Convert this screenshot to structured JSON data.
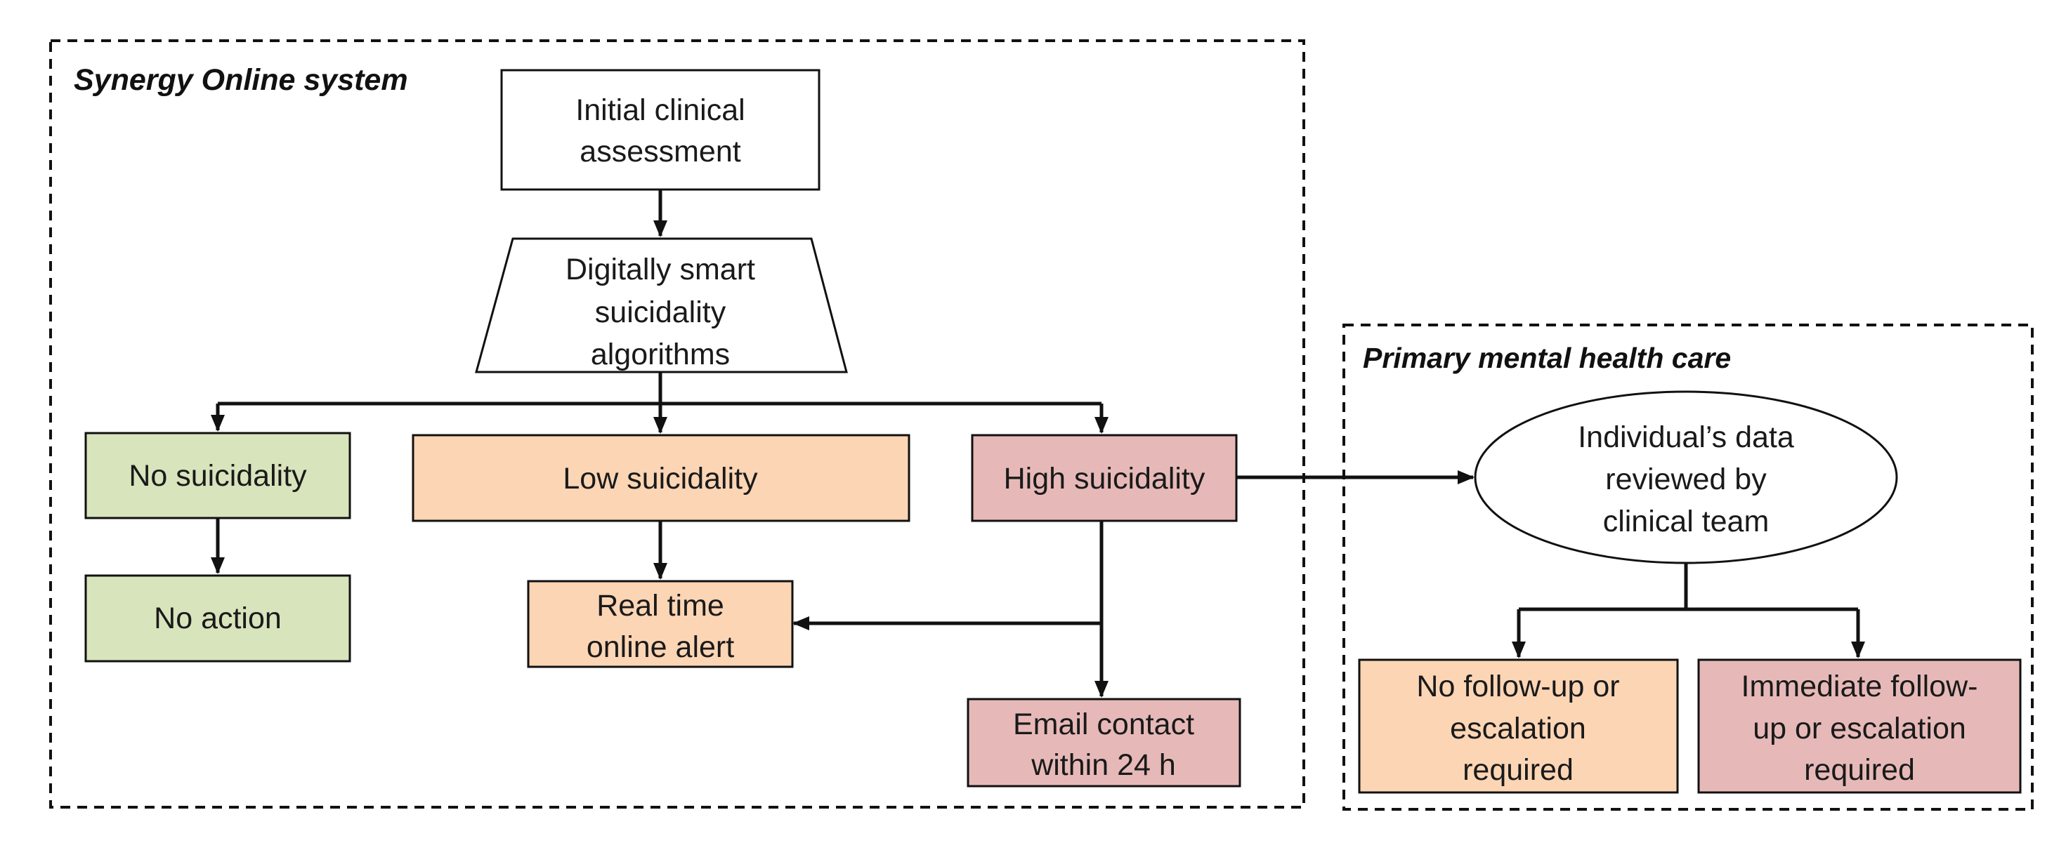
{
  "panels": {
    "synergy": {
      "title": "Synergy Online system"
    },
    "primary": {
      "title": "Primary mental health care"
    }
  },
  "nodes": {
    "initial": {
      "lines": [
        "Initial clinical",
        "assessment"
      ]
    },
    "algorithms": {
      "lines": [
        "Digitally smart",
        "suicidality",
        "algorithms"
      ]
    },
    "no_suicidality": {
      "lines": [
        "No suicidality"
      ],
      "color": "#d8e4bc"
    },
    "low_suicidality": {
      "lines": [
        "Low suicidality"
      ],
      "color": "#fcd5b5"
    },
    "high_suicidality": {
      "lines": [
        "High suicidality"
      ],
      "color": "#e6b9b8"
    },
    "no_action": {
      "lines": [
        "No action"
      ],
      "color": "#d8e4bc"
    },
    "real_time_alert": {
      "lines": [
        "Real time",
        "online alert"
      ],
      "color": "#fcd5b5"
    },
    "email_contact": {
      "lines": [
        "Email contact",
        "within 24 h"
      ],
      "color": "#e6b9b8"
    },
    "data_reviewed": {
      "lines": [
        "Individual’s data",
        "reviewed by",
        "clinical team"
      ]
    },
    "no_followup": {
      "lines": [
        "No follow-up or",
        "escalation",
        "required"
      ],
      "color": "#fcd5b5"
    },
    "immediate_followup": {
      "lines": [
        "Immediate follow-",
        "up or escalation",
        "required"
      ],
      "color": "#e6b9b8"
    }
  }
}
